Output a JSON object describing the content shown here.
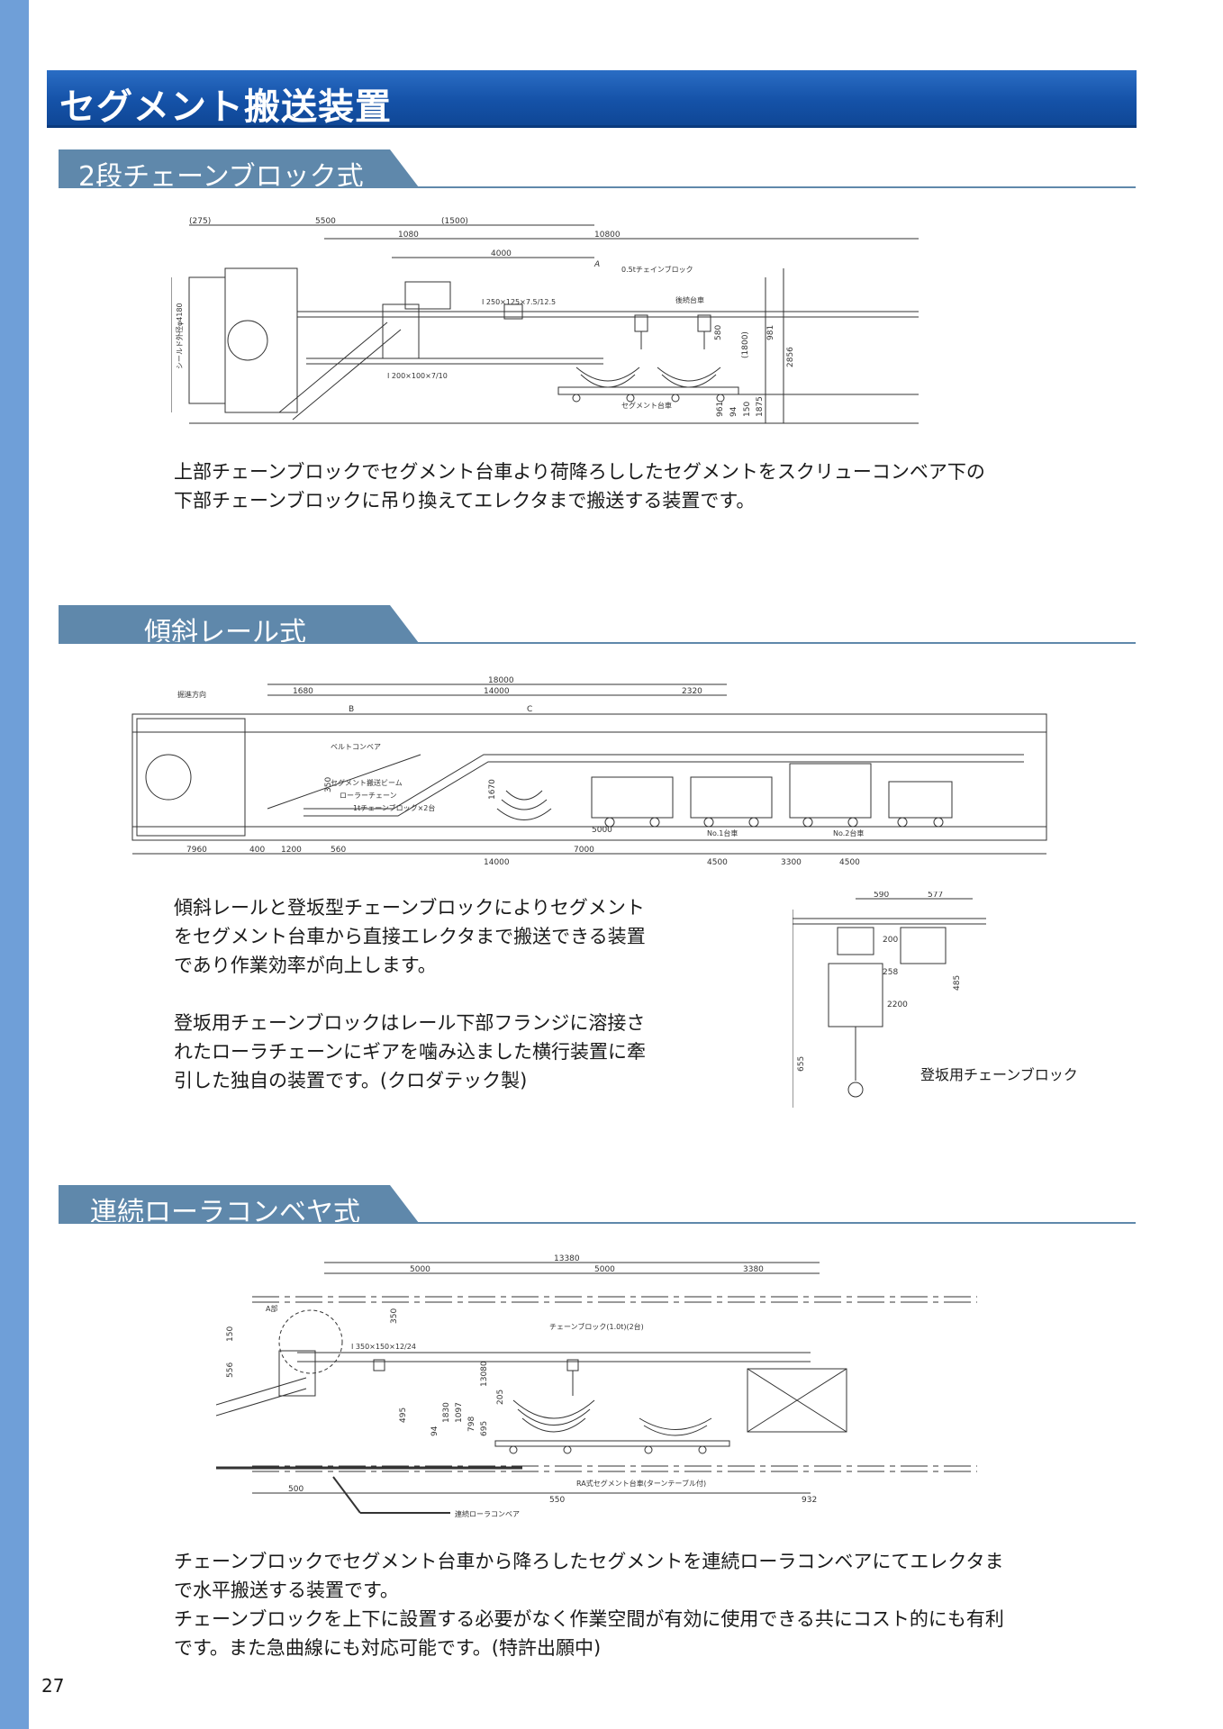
{
  "page_title": "セグメント搬送装置",
  "page_number": "27",
  "sections": [
    {
      "heading": "2段チェーンブロック式",
      "drawing": {
        "dimensions": [
          "(275)",
          "5500",
          "(1500)",
          "1080",
          "10800",
          "4000",
          "A",
          "580",
          "(1800)",
          "981",
          "2856",
          "961",
          "94",
          "150",
          "1875"
        ],
        "labels": [
          "0.5tチェインブロック",
          "I 250×125×7.5/12.5",
          "後続台車",
          "I 200×100×7/10",
          "セグメント台車",
          "シールド外径φ4180"
        ]
      },
      "paragraphs": [
        "上部チェーンブロックでセグメント台車より荷降ろししたセグメントをスクリューコンベア下の",
        "下部チェーンブロックに吊り換えてエレクタまで搬送する装置です。"
      ]
    },
    {
      "heading": "傾斜レール式",
      "drawing": {
        "dimensions": [
          "18000",
          "1680",
          "14000",
          "2320",
          "5000",
          "7960",
          "400",
          "1200",
          "560",
          "14000",
          "7000",
          "4500",
          "3300",
          "4500",
          "350",
          "1670"
        ],
        "labels": [
          "掘進方向",
          "ベルトコンベア",
          "セグメント搬送ビーム",
          "ローラーチェーン",
          "1tチェーンブロック×2台",
          "No.1台車",
          "No.2台車",
          "B",
          "C"
        ]
      },
      "paragraphs": [
        "傾斜レールと登坂型チェーンブロックによりセグメント",
        "をセグメント台車から直接エレクタまで搬送できる装置",
        "であり作業効率が向上します。",
        "",
        "登坂用チェーンブロックはレール下部フランジに溶接さ",
        "れたローラチェーンにギアを噛み込ました横行装置に牽",
        "引した独自の装置です。(クロダテック製)"
      ],
      "inset": {
        "caption": "登坂用チェーンブロック",
        "dimensions": [
          "590",
          "577",
          "200",
          "258",
          "485",
          "2200",
          "655"
        ]
      }
    },
    {
      "heading": "連続ローラコンベヤ式",
      "drawing": {
        "dimensions": [
          "13380",
          "5000",
          "5000",
          "3380",
          "350",
          "150",
          "556",
          "495",
          "1830",
          "1097",
          "798",
          "695",
          "94",
          "205",
          "13080",
          "500",
          "550",
          "932"
        ],
        "labels": [
          "A部",
          "I 350×150×12/24",
          "チェーンブロック(1.0t)(2台)",
          "RA式セグメント台車(ターンテーブル付)",
          "連続ローラコンベア"
        ]
      },
      "paragraphs": [
        "チェーンブロックでセグメント台車から降ろしたセグメントを連続ローラコンベアにてエレクタま",
        "で水平搬送する装置です。",
        "チェーンブロックを上下に設置する必要がなく作業空間が有効に使用できる共にコスト的にも有利",
        "です。また急曲線にも対応可能です。(特許出願中)"
      ]
    }
  ]
}
